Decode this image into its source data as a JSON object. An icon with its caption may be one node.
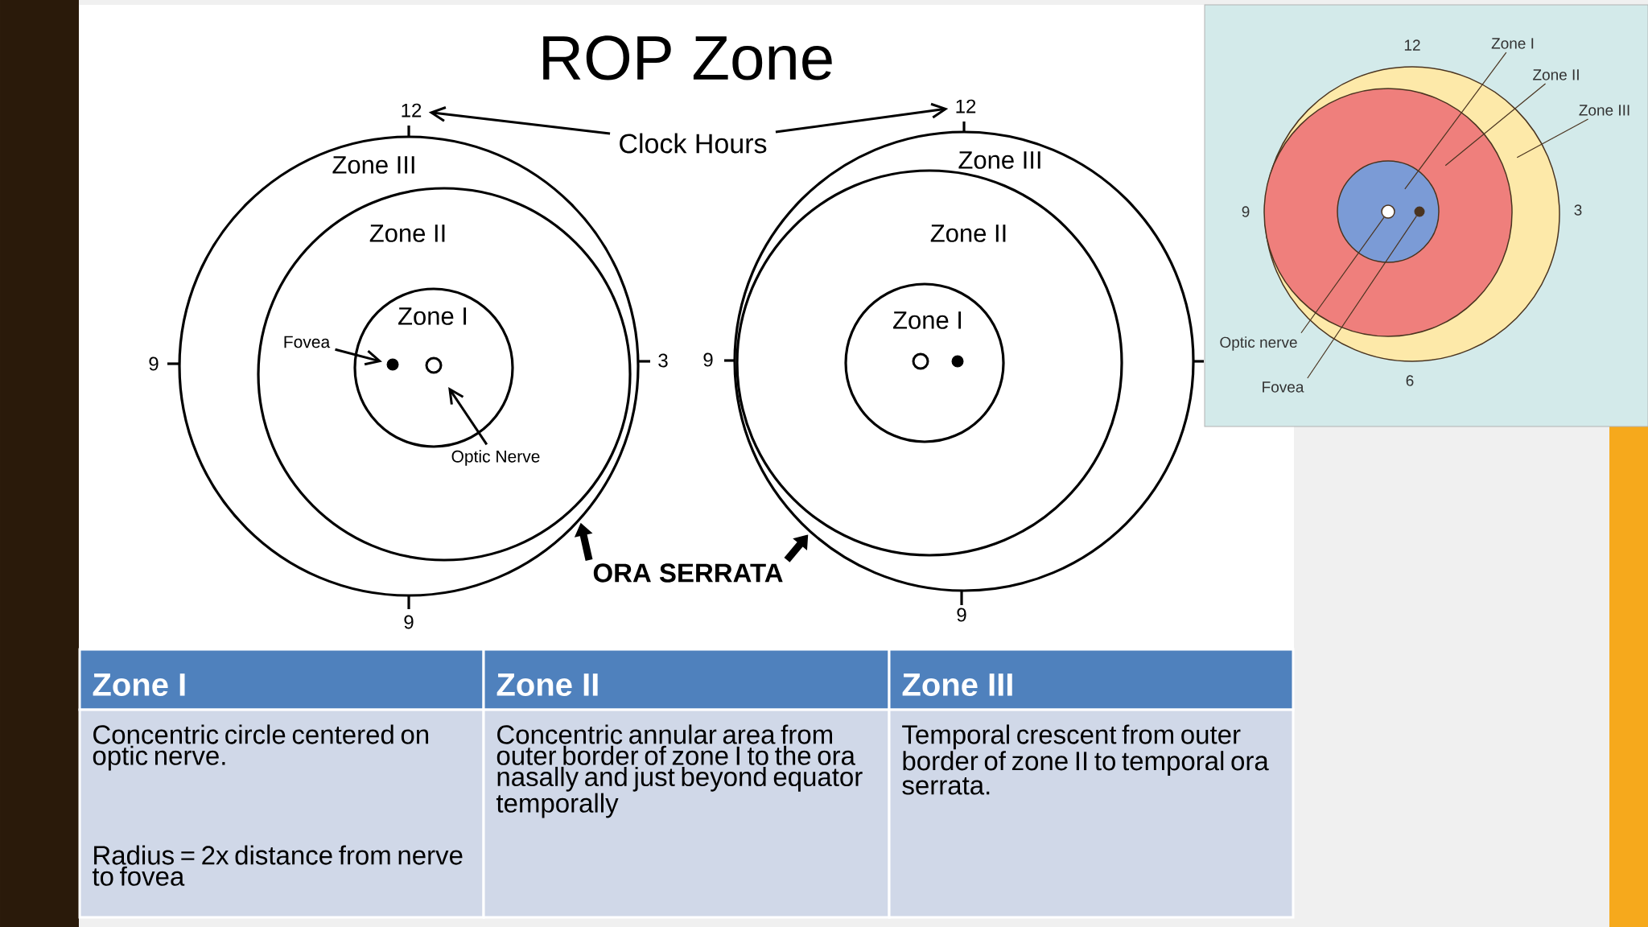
{
  "diagram": {
    "title": "ROP Zone",
    "nodes": [
      {
        "text": [
          "12"
        ]
      },
      {
        "text": [
          "Clock Hours"
        ]
      },
      {
        "text": [
          "12"
        ]
      },
      {
        "text": [
          "Zone III"
        ]
      },
      {
        "text": [
          "Zone II"
        ],
        "in": 3
      },
      {
        "text": [
          "Zone I"
        ],
        "in": 4
      },
      {
        "text": [
          "Fovea"
        ],
        "in": 4
      },
      {
        "text": [],
        "shape": "circle",
        "in": 5
      },
      {
        "text": [],
        "shape": "circle",
        "in": 5
      },
      {
        "text": [
          "Optic Nerve"
        ],
        "in": 4
      },
      {
        "text": [
          "Zone III"
        ]
      },
      {
        "text": [
          "Zone II"
        ],
        "in": 10
      },
      {
        "text": [
          "Zone I"
        ],
        "in": 11
      },
      {
        "text": [],
        "shape": "circle",
        "in": 12
      },
      {
        "text": [],
        "shape": "circle",
        "in": 12
      },
      {
        "text": [
          "ORA SERRATA"
        ]
      },
      {
        "text": [],
        "shape": "circle"
      },
      {
        "text": [],
        "shape": "circle",
        "in": 16
      },
      {
        "text": [],
        "shape": "circle",
        "in": 17
      },
      {
        "text": [],
        "shape": "circle",
        "in": 18
      },
      {
        "text": [],
        "shape": "circle",
        "in": 18
      },
      {
        "text": [
          "Zone I"
        ]
      },
      {
        "text": [
          "Zone II"
        ]
      },
      {
        "text": [
          "Zone III"
        ]
      },
      {
        "text": [
          "Optic nerve"
        ]
      },
      {
        "text": [
          "Fovea"
        ]
      }
    ],
    "edges": [
      {
        "from": 1,
        "to": 0,
        "arrow": "to"
      },
      {
        "from": 1,
        "to": 2,
        "arrow": "to"
      },
      {
        "from": 6,
        "to": 7,
        "arrow": "to"
      },
      {
        "from": 9,
        "to": 8,
        "arrow": "to"
      },
      {
        "from": 15,
        "to": 3,
        "arrow": "to",
        "style": "thick"
      },
      {
        "from": 15,
        "to": 10,
        "arrow": "to",
        "style": "thick"
      },
      {
        "from": 21,
        "to": 18,
        "arrow": "none"
      },
      {
        "from": 22,
        "to": 17,
        "arrow": "none"
      },
      {
        "from": 23,
        "to": 16,
        "arrow": "none"
      },
      {
        "from": 24,
        "to": 19,
        "arrow": "none"
      },
      {
        "from": 25,
        "to": 20,
        "arrow": "none"
      }
    ],
    "labels": [
      "9",
      "3",
      "9",
      "9",
      "9",
      "12",
      "9",
      "3",
      "6",
      "Zone I",
      "Zone II",
      "Zone III",
      "Concentric circle centered on optic nerve.",
      "Radius = 2x distance from nerve to fovea",
      "Concentric annular area from outer border of zone I to the ora nasally and just beyond equator temporally",
      "Temporal crescent from outer border of zone II to temporal ora serrata."
    ]
  }
}
